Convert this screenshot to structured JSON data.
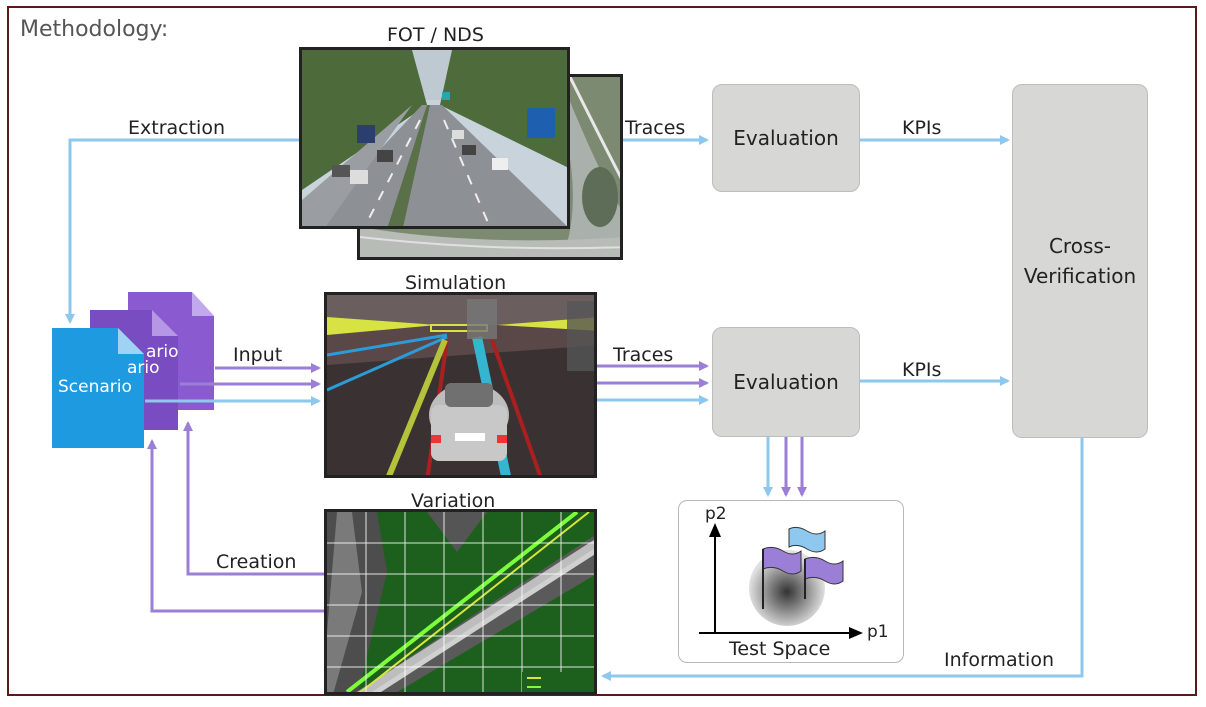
{
  "title": "Methodology:",
  "images": {
    "fot": "FOT / NDS",
    "simulation": "Simulation",
    "variation": "Variation"
  },
  "labels": {
    "extraction": "Extraction",
    "traces_top": "Traces",
    "kpis_top": "KPIs",
    "input": "Input",
    "traces_mid": "Traces",
    "kpis_mid": "KPIs",
    "creation": "Creation",
    "information": "Information"
  },
  "boxes": {
    "evaluation_top": "Evaluation",
    "evaluation_mid": "Evaluation",
    "cross_verification": "Cross-Verification"
  },
  "scenario_docs": {
    "front": "Scenario",
    "middle": "ario",
    "back": "ario"
  },
  "test_space": {
    "label": "Test Space",
    "axis_y": "p2",
    "axis_x": "p1"
  },
  "colors": {
    "blue_arrow": "#8ec8ee",
    "purple_arrow": "#9b7fd6",
    "frame": "#5a1a1a",
    "box_fill": "#d7d7d5",
    "doc_blue": "#1e9be0",
    "doc_purple": "#7a4cc2",
    "doc_purple_back": "#8a5bd0"
  }
}
